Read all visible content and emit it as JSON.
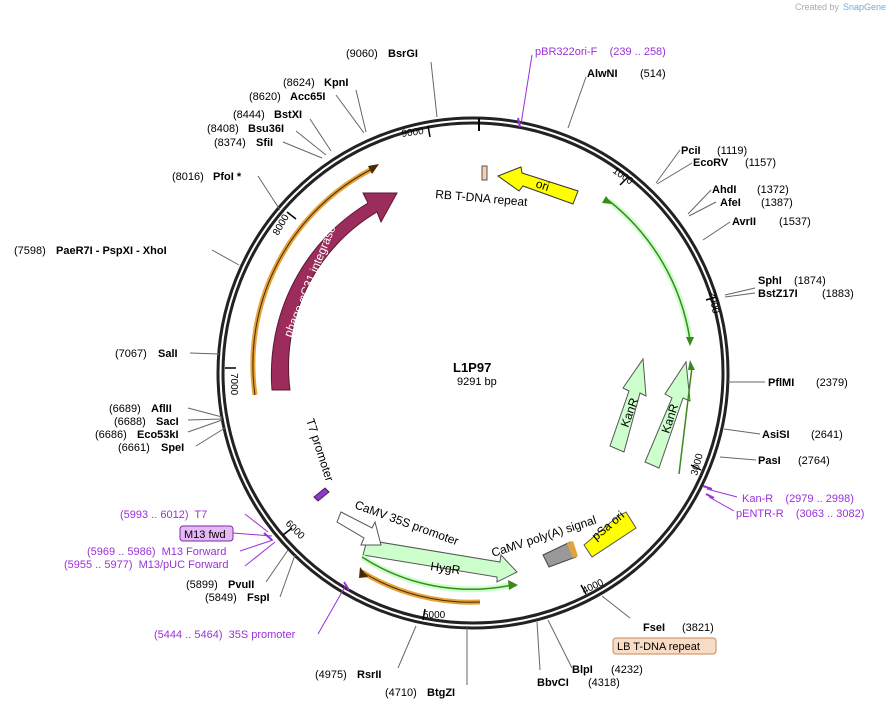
{
  "credit": {
    "prefix": "Created by",
    "brand": "SnapGene"
  },
  "plasmid": {
    "name": "L1P97",
    "size": "9291 bp"
  },
  "ticks": [
    "1000",
    "2000",
    "3000",
    "4000",
    "5000",
    "6000",
    "7000",
    "8000",
    "9000"
  ],
  "enzymes": {
    "bsrgi": {
      "pos": "(9060)",
      "name": "BsrGI"
    },
    "kpni": {
      "pos": "(8624)",
      "name": "KpnI"
    },
    "acc65i": {
      "pos": "(8620)",
      "name": "Acc65I"
    },
    "bstxi": {
      "pos": "(8444)",
      "name": "BstXI"
    },
    "bsu36i": {
      "pos": "(8408)",
      "name": "Bsu36I"
    },
    "sfii": {
      "pos": "(8374)",
      "name": "SfiI"
    },
    "pfoi": {
      "pos": "(8016)",
      "name": "PfoI *"
    },
    "paer7i": {
      "pos": "(7598)",
      "name": "PaeR7I - PspXI - XhoI"
    },
    "sali": {
      "pos": "(7067)",
      "name": "SalI"
    },
    "aflii": {
      "pos": "(6689)",
      "name": "AflII"
    },
    "saci": {
      "pos": "(6688)",
      "name": "SacI"
    },
    "eco53ki": {
      "pos": "(6686)",
      "name": "Eco53kI"
    },
    "spei": {
      "pos": "(6661)",
      "name": "SpeI"
    },
    "pvuii": {
      "pos": "(5899)",
      "name": "PvuII"
    },
    "fspi": {
      "pos": "(5849)",
      "name": "FspI"
    },
    "rsrii": {
      "pos": "(4975)",
      "name": "RsrII"
    },
    "btgzi": {
      "pos": "(4710)",
      "name": "BtgZI"
    },
    "bbvci": {
      "pos": "(4318)",
      "name": "BbvCI"
    },
    "blpi": {
      "pos": "(4232)",
      "name": "BlpI"
    },
    "fsei": {
      "pos": "(3821)",
      "name": "FseI"
    },
    "pasi": {
      "pos": "(2764)",
      "name": "PasI"
    },
    "asisi": {
      "pos": "(2641)",
      "name": "AsiSI"
    },
    "pflmi": {
      "pos": "(2379)",
      "name": "PflMI"
    },
    "bstz17i": {
      "pos": "(1883)",
      "name": "BstZ17I"
    },
    "sphi": {
      "pos": "(1874)",
      "name": "SphI"
    },
    "avrii": {
      "pos": "(1537)",
      "name": "AvrII"
    },
    "afei": {
      "pos": "(1387)",
      "name": "AfeI"
    },
    "ahdi": {
      "pos": "(1372)",
      "name": "AhdI"
    },
    "ecorv": {
      "pos": "(1157)",
      "name": "EcoRV"
    },
    "pcii": {
      "pos": "(1119)",
      "name": "PciI"
    },
    "alwni": {
      "pos": "(514)",
      "name": "AlwNI"
    }
  },
  "primers": {
    "pbr322": "pBR322ori-F    (239 .. 258)",
    "kanr": "Kan-R    (2979 .. 2998)",
    "pentr": "pENTR-R    (3063 .. 3082)",
    "t7": "(5993 .. 6012)  T7",
    "m13fwd_box": "M13 fwd",
    "m13forward": "(5969 .. 5986)  M13 Forward",
    "m13puc": "(5955 .. 5977)  M13/pUC Forward",
    "p35s": "(5444 .. 5464)  35S promoter"
  },
  "lb_box": "LB T-DNA repeat",
  "features": {
    "ori": "ori",
    "rb": "RB T-DNA repeat",
    "integrase": "phage φC31 integrase",
    "kanr1": "KanR",
    "kanr2": "KanR",
    "psa": "pSa ori",
    "polya": "CaMV poly(A) signal",
    "hygr": "HygR",
    "p35s": "CaMV 35S promoter",
    "t7prom": "T7 promoter"
  },
  "colors": {
    "backbone": "#222222",
    "ori": "#ffff00",
    "integrase": "#9b2c5c",
    "kanr": "#ccffcc",
    "hygr": "#ccffcc",
    "psa": "#ffff00",
    "polya": "#999999",
    "orf_orange": "#e3a23a",
    "orf_green": "#3a8a1a",
    "primer": "#9b30d9",
    "rb": "#f5d0b0"
  }
}
